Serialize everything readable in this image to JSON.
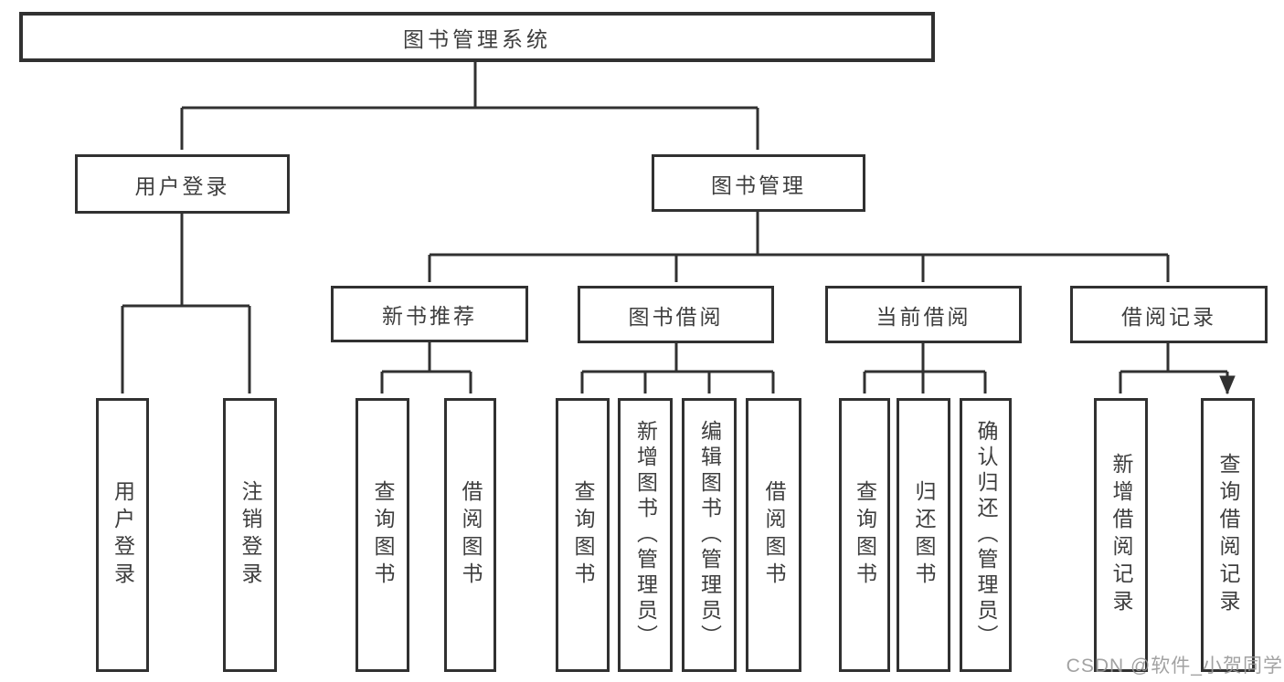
{
  "diagram": {
    "title": "图书管理系统",
    "modules": [
      {
        "label": "用户登录",
        "features": [
          {
            "label": "用户登录"
          },
          {
            "label": "注销登录"
          }
        ]
      },
      {
        "label": "图书管理",
        "submodules": [
          {
            "label": "新书推荐",
            "features": [
              {
                "label": "查询图书"
              },
              {
                "label": "借阅图书"
              }
            ]
          },
          {
            "label": "图书借阅",
            "features": [
              {
                "label": "查询图书"
              },
              {
                "label": "新增图书（管理员）"
              },
              {
                "label": "编辑图书（管理员）"
              },
              {
                "label": "借阅图书"
              }
            ]
          },
          {
            "label": "当前借阅",
            "features": [
              {
                "label": "查询图书"
              },
              {
                "label": "归还图书"
              },
              {
                "label": "确认归还（管理员）"
              }
            ]
          },
          {
            "label": "借阅记录",
            "features": [
              {
                "label": "新增借阅记录"
              },
              {
                "label": "查询借阅记录"
              }
            ]
          }
        ]
      }
    ]
  },
  "watermark": {
    "text": "CSDN @软件_小贺同学"
  },
  "colors": {
    "line": "#313131",
    "box_border": "#313131",
    "text": "#3e3e3e",
    "watermark": "#989898",
    "background": "#ffffff"
  }
}
